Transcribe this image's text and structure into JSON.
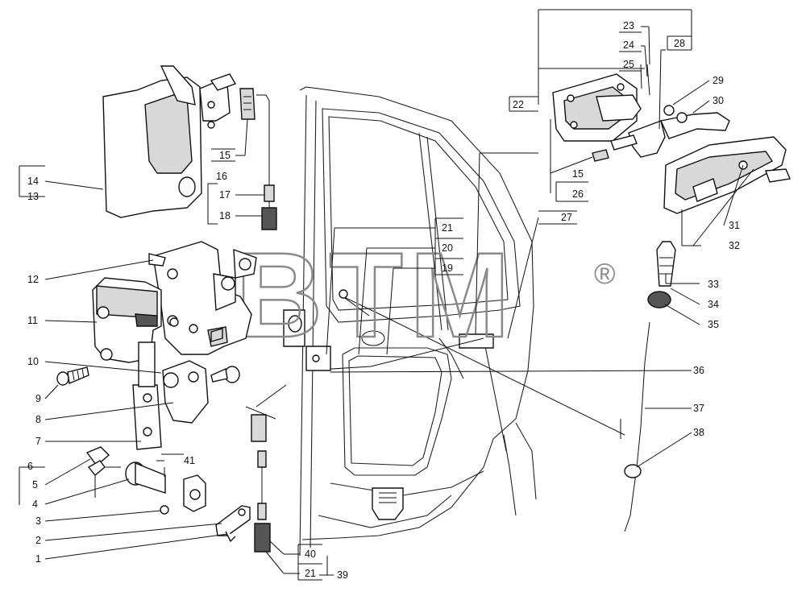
{
  "watermark": {
    "text": "BTM",
    "registered": "®"
  },
  "labels": {
    "l1": "1",
    "l2": "2",
    "l3": "3",
    "l4": "4",
    "l5": "5",
    "l6": "6",
    "l7": "7",
    "l8": "8",
    "l9": "9",
    "l10": "10",
    "l11": "11",
    "l12": "12",
    "l13": "13",
    "l14": "14",
    "l15a": "15",
    "l15b": "15",
    "l16": "16",
    "l17": "17",
    "l18": "18",
    "l19": "19",
    "l20": "20",
    "l21a": "21",
    "l21b": "21",
    "l22": "22",
    "l23": "23",
    "l24": "24",
    "l25": "25",
    "l26": "26",
    "l27": "27",
    "l28": "28",
    "l29": "29",
    "l30": "30",
    "l31": "31",
    "l32": "32",
    "l33": "33",
    "l34": "34",
    "l35": "35",
    "l36": "36",
    "l37": "37",
    "l38": "38",
    "l39": "39",
    "l40": "40",
    "l41": "41"
  }
}
